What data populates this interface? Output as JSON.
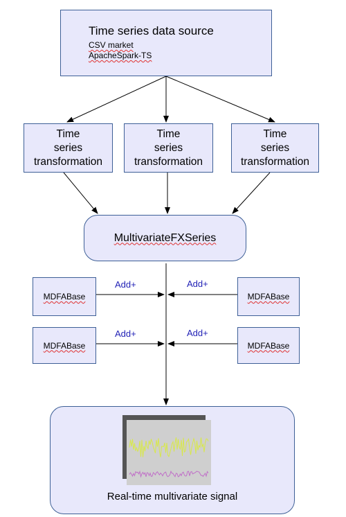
{
  "source": {
    "title": "Time series data source",
    "line1": "CSV market",
    "line2": "ApacheSpark-TS"
  },
  "transformations": [
    {
      "label": "Time\nseries\ntransformation"
    },
    {
      "label": "Time\nseries\ntransformation"
    },
    {
      "label": "Time\nseries\ntransformation"
    }
  ],
  "multivariate": {
    "label": "MultivariateFXSeries"
  },
  "mdfa": [
    {
      "label": "MDFABase"
    },
    {
      "label": "MDFABase"
    },
    {
      "label": "MDFABase"
    },
    {
      "label": "MDFABase"
    }
  ],
  "add_labels": [
    "Add+",
    "Add+",
    "Add+",
    "Add+"
  ],
  "signal": {
    "caption": "Real-time multivariate signal"
  },
  "colors": {
    "box_fill": "#e8e8fb",
    "box_border": "#3d5f96",
    "add_text": "#1f1fb5",
    "signal_trace_upper": "#d8e84a",
    "signal_trace_lower": "#c070c8"
  }
}
